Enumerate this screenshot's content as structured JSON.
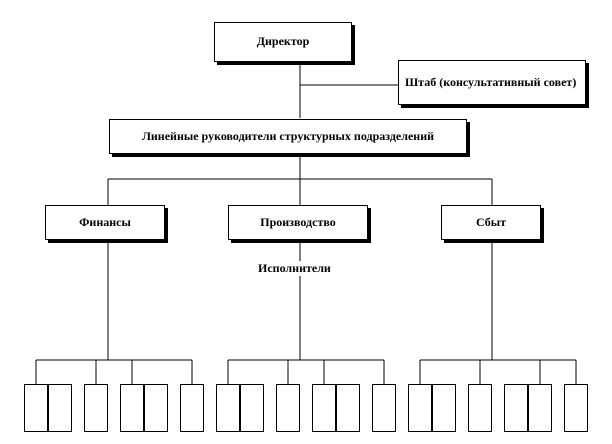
{
  "org_chart": {
    "director": "Директор",
    "staff": "Штаб (консультативный совет)",
    "line_managers": "Линейные  руководители структурных подразделений",
    "departments": [
      "Финансы",
      "Производство",
      "Сбыт"
    ],
    "executors_label": "Исполнители"
  }
}
